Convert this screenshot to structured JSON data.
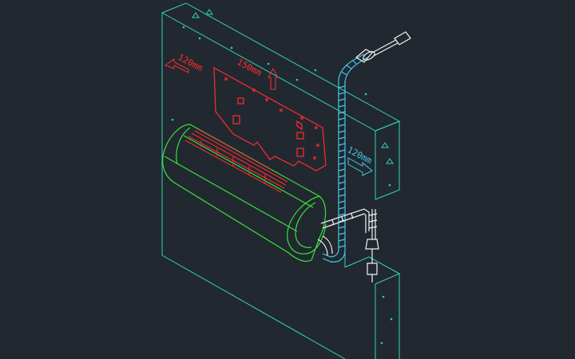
{
  "colors": {
    "background": "#212830",
    "wall": "#2fd6b8",
    "plate": "#ff2d2d",
    "unit": "#3be03b",
    "dimension": "#ff2d2d",
    "pipe": "#45c8e8",
    "white_parts": "#f2f2f2"
  },
  "dimensions": {
    "left_gap": "120mm",
    "top_gap": "150mm",
    "right_gap": "120mm"
  }
}
